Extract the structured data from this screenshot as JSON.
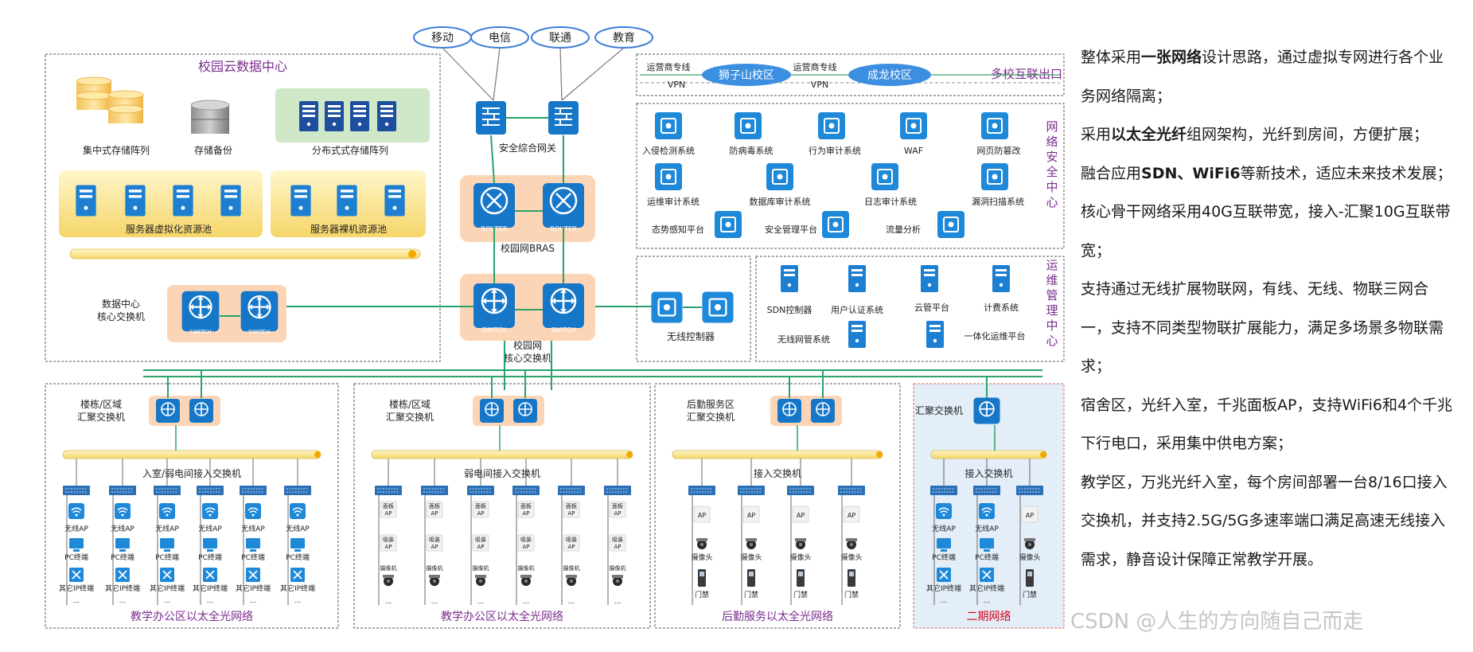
{
  "carriers": [
    "移动",
    "电信",
    "联通",
    "教育"
  ],
  "datacenter": {
    "title": "校园云数据中心",
    "central_storage": "集中式存储阵列",
    "backup": "存储备份",
    "distributed_storage": "分布式式存储阵列",
    "virtual_pool": "服务器虚拟化资源池",
    "baremetal_pool": "服务器裸机资源池",
    "core_switch": "数据中心\n核心交换机"
  },
  "core": {
    "gateway": "安全综合网关",
    "bras": "校园网BRAS",
    "core_switch": "校园网\n核心交换机",
    "router_label": "ROUTER",
    "switch_label": "SWITCH"
  },
  "multi_campus": {
    "title": "多校互联出口",
    "carrier_line_1": "运营商专线",
    "carrier_line_2": "运营商专线",
    "vpn_1": "VPN",
    "vpn_2": "VPN",
    "campus_1": "狮子山校区",
    "campus_2": "成龙校区"
  },
  "security": {
    "title": "网络安全中心",
    "items": [
      "入侵检测系统",
      "防病毒系统",
      "行为审计系统",
      "WAF",
      "网页防篡改",
      "运维审计系统",
      "数据库审计系统",
      "日志审计系统",
      "漏洞扫描系统",
      "态势感知平台",
      "安全管理平台",
      "流量分析"
    ]
  },
  "wireless_controller": "无线控制器",
  "ops": {
    "title": "运维管理中心",
    "items": [
      "SDN控制器",
      "用户认证系统",
      "云管平台",
      "计费系统",
      "无线网管系统",
      "一体化运维平台"
    ]
  },
  "zones": [
    {
      "agg_label": "楼栋/区域\n汇聚交换机",
      "access_label": "入室/弱电间接入交换机",
      "footer": "教学办公区以太全光网络"
    },
    {
      "agg_label": "楼栋/区域\n汇聚交换机",
      "access_label": "弱电间接入交换机",
      "footer": "教学办公区以太全光网络"
    },
    {
      "agg_label": "后勤服务区\n汇聚交换机",
      "access_label": "接入交换机",
      "footer": "后勤服务以太全光网络"
    },
    {
      "agg_label": "汇聚交换机",
      "access_label": "接入交换机",
      "footer": "二期网络"
    }
  ],
  "endpoints": {
    "wifi_ap": "无线AP",
    "pc": "PC终端",
    "ip_other": "其它IP终端",
    "panel_ap": "面板\nAP",
    "ceiling_ap": "吸装\nAP",
    "camera": "摄像机",
    "ap": "AP",
    "camera2": "摄像头",
    "door": "门禁",
    "more": "..."
  },
  "right_text": [
    {
      "pre": "整体采用",
      "bold": "一张网络",
      "post": "设计思路，通过虚拟专网进行各个业务网络隔离；"
    },
    {
      "pre": "采用",
      "bold": "以太全光纤",
      "post": "组网架构，光纤到房间，方便扩展；"
    },
    {
      "pre": "融合应用",
      "bold": "SDN、WiFi6",
      "post": "等新技术，适应未来技术发展；"
    },
    {
      "pre": "核心骨干网络采用40G互联带宽，接入-汇聚10G互联带宽；",
      "bold": "",
      "post": ""
    },
    {
      "pre": "支持通过无线扩展物联网，有线、无线、物联三网合一，支持不同类型物联扩展能力，满足多场景多物联需求；",
      "bold": "",
      "post": ""
    },
    {
      "pre": "宿舍区，光纤入室，千兆面板AP，支持WiFi6和4个千兆下行电口，采用集中供电方案；",
      "bold": "",
      "post": ""
    },
    {
      "pre": "教学区，万兆光纤入室，每个房间部署一台8/16口接入交换机，并支持2.5G/5G多速率端口满足高速无线接入需求，静音设计保障正常教学开展。",
      "bold": "",
      "post": ""
    }
  ],
  "watermark": "CSDN @人生的方向随自己而走",
  "colors": {
    "switch_blue": "#1677c9",
    "peach": "#fbd5b5",
    "green_line": "#2aa36b",
    "purple_text": "#7b2d8e",
    "red_text": "#d0021b"
  }
}
